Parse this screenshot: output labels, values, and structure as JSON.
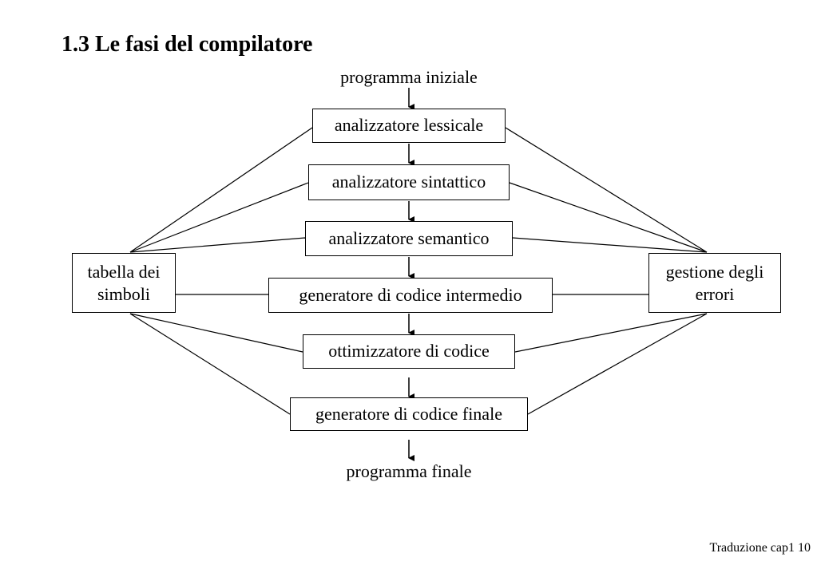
{
  "title": "1.3 Le fasi del compilatore",
  "diagram": {
    "input_label": "programma iniziale",
    "output_label": "programma finale",
    "phases": [
      "analizzatore lessicale",
      "analizzatore sintattico",
      "analizzatore semantico",
      "generatore di codice intermedio",
      "ottimizzatore di codice",
      "generatore di codice finale"
    ],
    "left_box": "tabella dei simboli",
    "right_box": "gestione degli errori"
  },
  "footer": "Traduzione cap1 10"
}
